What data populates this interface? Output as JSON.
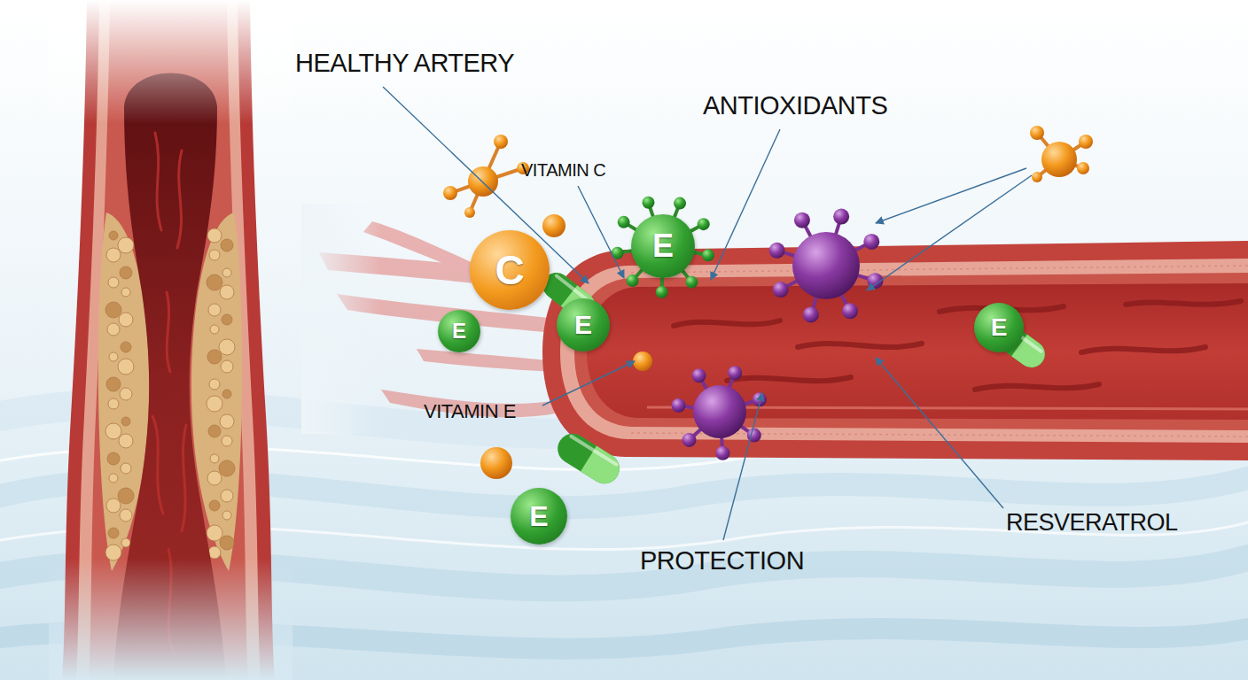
{
  "diagram": {
    "nodes": [
      {
        "text": [
          "E"
        ]
      },
      {
        "text": [
          "C"
        ]
      },
      {
        "text": [
          "E"
        ]
      },
      {
        "text": [
          "E"
        ]
      },
      {
        "text": [
          "E"
        ]
      },
      {
        "text": [
          "E"
        ]
      }
    ],
    "labels": [
      "HEALTHY ARTERY",
      "ANTIOXIDANTS",
      "VITAMIN C",
      "VITAMIN E",
      "PROTECTION",
      "RESVERATROL"
    ]
  }
}
